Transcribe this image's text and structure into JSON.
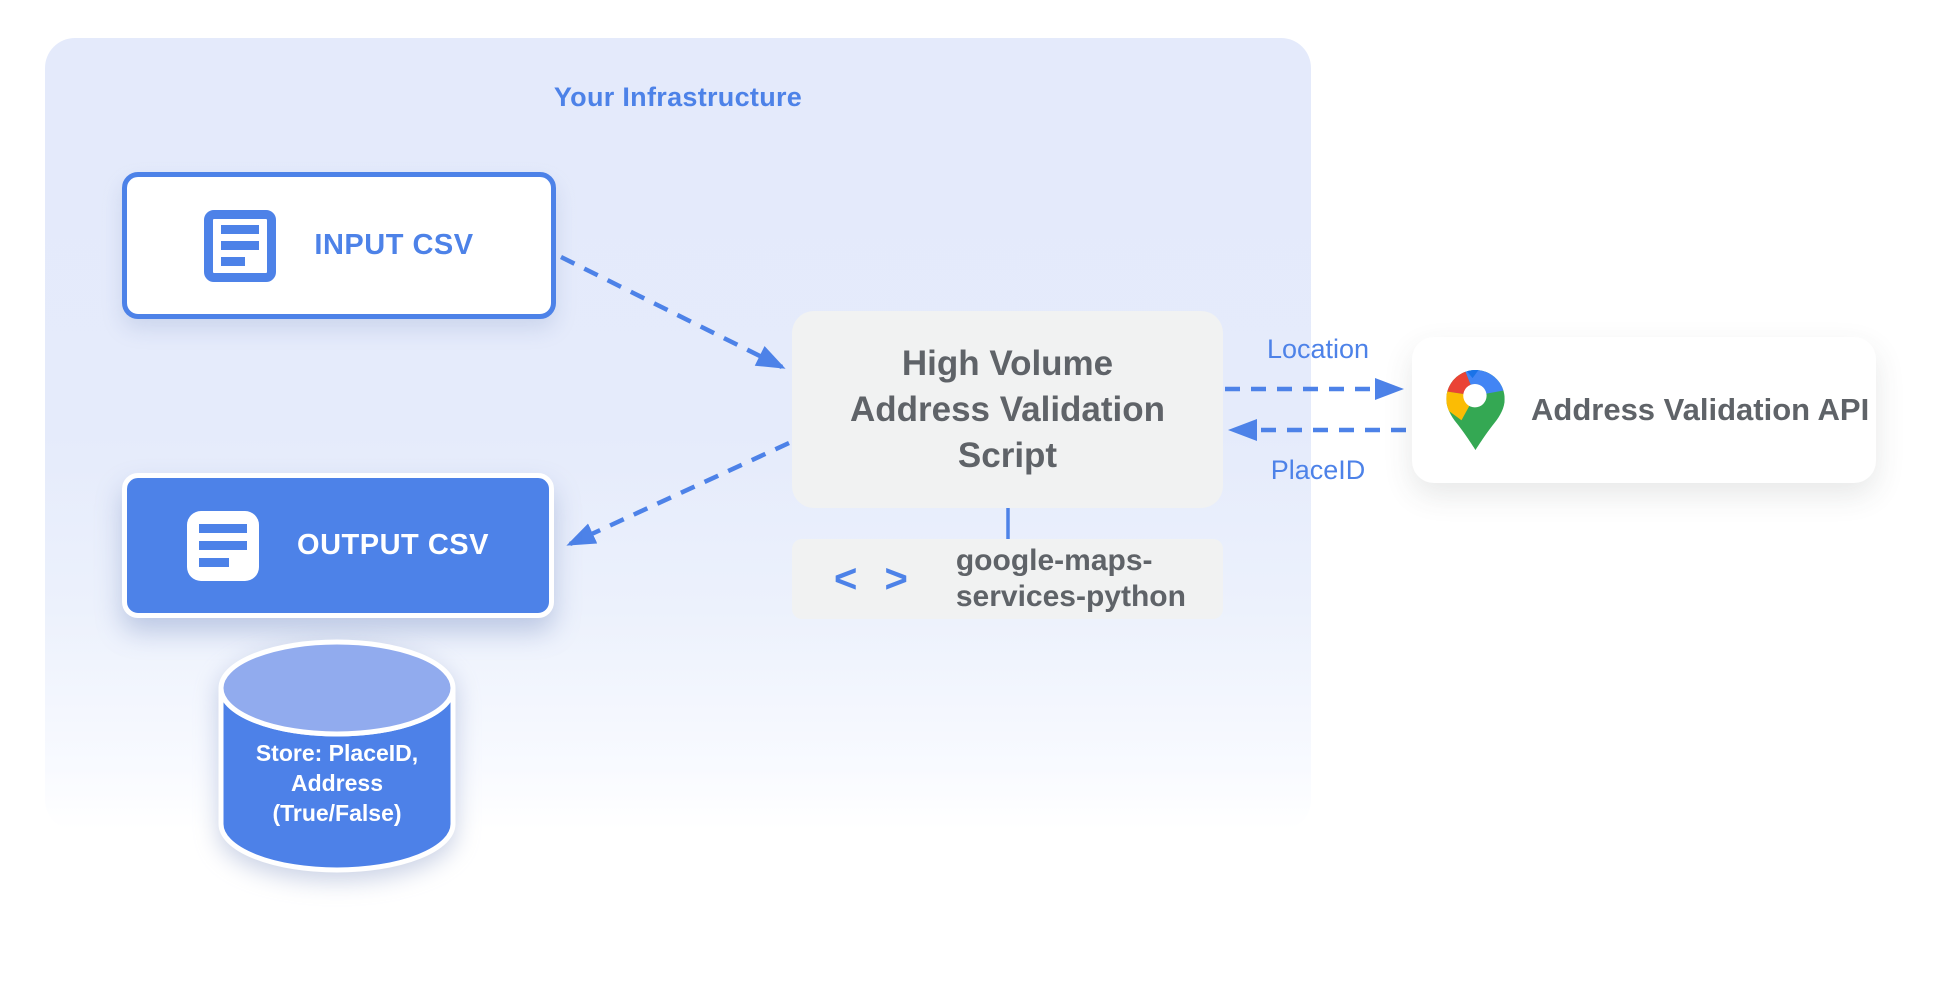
{
  "panel": {
    "title": "Your Infrastructure"
  },
  "nodes": {
    "input_csv": {
      "label": "INPUT CSV"
    },
    "output_csv": {
      "label": "OUTPUT CSV"
    },
    "datastore": {
      "line1": "Store: PlaceID,",
      "line2": "Address",
      "line3": "(True/False)"
    },
    "script": {
      "line1": "High Volume",
      "line2": "Address Validation",
      "line3": "Script"
    },
    "library": {
      "icon_glyph": "< >",
      "line1": "google-maps-",
      "line2": "services-python"
    },
    "api": {
      "label": "Address Validation API"
    }
  },
  "arrows": {
    "location_label": "Location",
    "placeid_label": "PlaceID"
  },
  "icons": {
    "input_csv": "document-icon",
    "output_csv": "document-icon",
    "library": "code-icon",
    "api": "google-maps-pin-icon"
  },
  "colors": {
    "accent_blue": "#4d82e8",
    "panel_top": "#e4eafb",
    "panel_bottom": "#ffffff",
    "cylinder_top": "#91abee",
    "box_gray": "#f1f2f2",
    "text_gray": "#5f6368",
    "maps_red": "#ea4335",
    "maps_blue": "#4285f4",
    "maps_dark_blue": "#1a73e8",
    "maps_yellow": "#fbbc04",
    "maps_green": "#34a853"
  }
}
